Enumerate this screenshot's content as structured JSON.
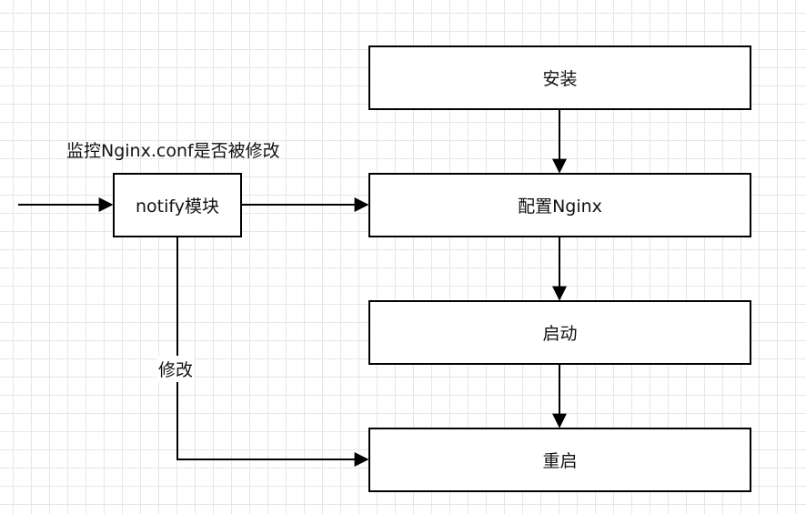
{
  "diagram": {
    "nodes": {
      "install": "安装",
      "configure": "配置Nginx",
      "start": "启动",
      "restart": "重启",
      "notify": "notify模块"
    },
    "annotations": {
      "monitor": "监控Nginx.conf是否被修改"
    },
    "edges": {
      "modify_label": "修改"
    }
  }
}
